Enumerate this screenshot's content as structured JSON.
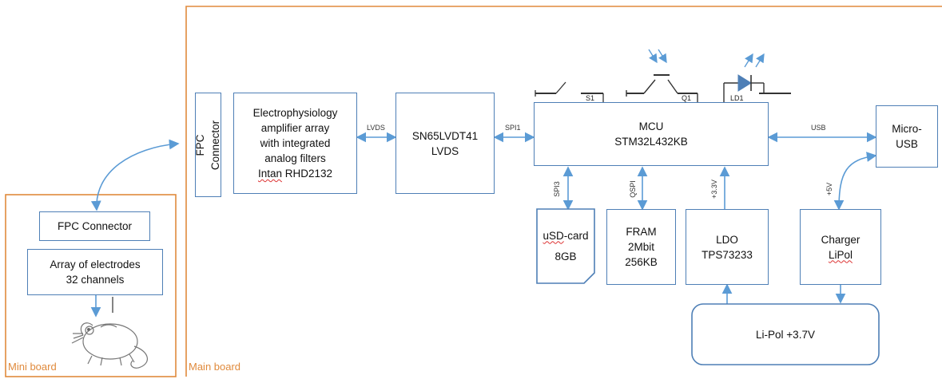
{
  "boards": {
    "mini": "Mini board",
    "main": "Main board"
  },
  "blocks": {
    "fpc_main": "FPC Connector",
    "amp_line1": "Electrophysiology",
    "amp_line2": "amplifier array",
    "amp_line3": "with integrated",
    "amp_line4": "analog filters",
    "amp_line5_a": "Intan",
    "amp_line5_b": " RHD2132",
    "lvds_chip": "SN65LVDT41\nLVDS",
    "mcu": "MCU\nSTM32L432KB",
    "micro_usb": "Micro-\nUSB",
    "fpc_mini": "FPC Connector",
    "electrodes": "Array of electrodes\n32 channels",
    "usd_a": "uSD",
    "usd_b": "-card",
    "usd_c": "8GB",
    "fram": "FRAM\n2Mbit\n256KB",
    "ldo": "LDO\nTPS73233",
    "charger_a": "Charger",
    "charger_b": "LiPol",
    "battery": "Li-Pol +3.7V"
  },
  "links": {
    "lvds": "LVDS",
    "spi1": "SPI1",
    "usb": "USB",
    "spi3": "SPI3",
    "qspi": "QSPI",
    "v33": "+3.3V",
    "v5": "+5V"
  },
  "components": {
    "switch": "S1",
    "phototransistor": "Q1",
    "led": "LD1"
  },
  "colors": {
    "board_border": "#e08a3c",
    "block_border": "#4e7fb6",
    "arrow": "#5b9bd5"
  }
}
